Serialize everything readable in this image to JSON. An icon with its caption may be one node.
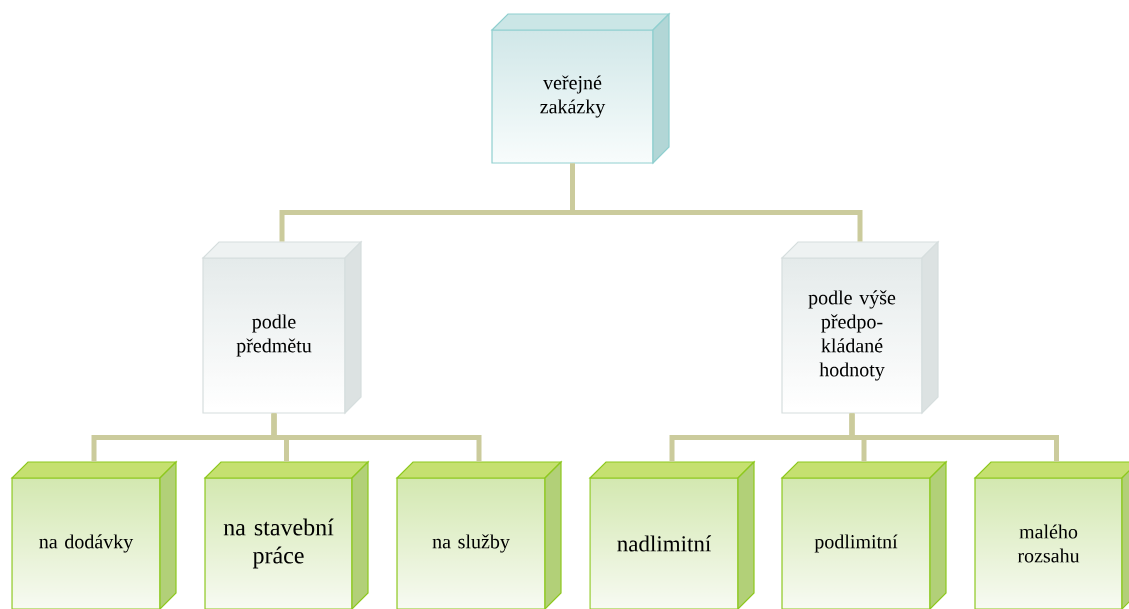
{
  "diagram": {
    "nodes": [
      {
        "text": [
          "veřejné zakázky"
        ]
      },
      {
        "text": [
          "podle předmětu"
        ]
      },
      {
        "text": [
          "podle výše předpo- kládané hodnoty"
        ]
      },
      {
        "text": [
          "na dodávky"
        ]
      },
      {
        "text": [
          "na stavební práce"
        ]
      },
      {
        "text": [
          "na služby"
        ]
      },
      {
        "text": [
          "nadlimitní"
        ]
      },
      {
        "text": [
          "podlimitní"
        ]
      },
      {
        "text": [
          "malého rozsahu"
        ]
      }
    ],
    "edges": [
      {
        "from": 0,
        "to": 1,
        "arrow": "none"
      },
      {
        "from": 0,
        "to": 2,
        "arrow": "none"
      },
      {
        "from": 1,
        "to": 3,
        "arrow": "none"
      },
      {
        "from": 1,
        "to": 4,
        "arrow": "none"
      },
      {
        "from": 1,
        "to": 5,
        "arrow": "none"
      },
      {
        "from": 2,
        "to": 6,
        "arrow": "none"
      },
      {
        "from": 2,
        "to": 7,
        "arrow": "none"
      },
      {
        "from": 2,
        "to": 8,
        "arrow": "none"
      }
    ]
  }
}
